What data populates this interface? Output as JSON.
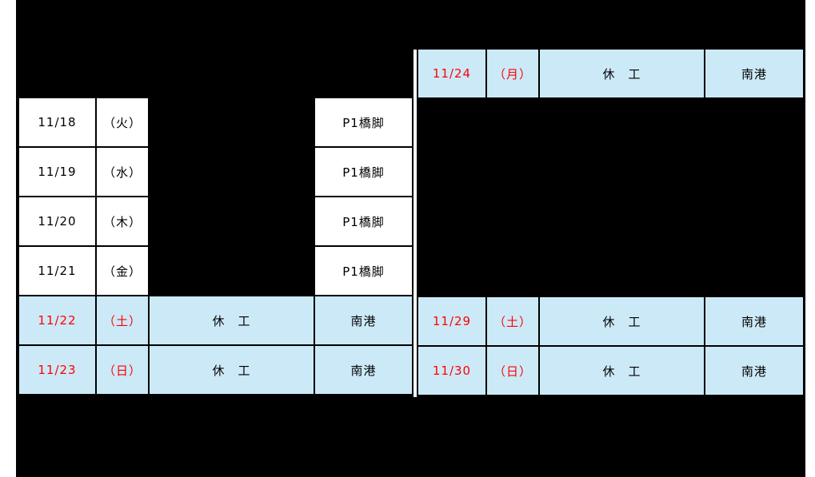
{
  "palette": {
    "background": "#000000",
    "cell_white": "#ffffff",
    "cell_holiday_blue": "#cce9f7",
    "holiday_text_red": "#ff0000",
    "text_black": "#000000"
  },
  "week1": {
    "rows": [
      {
        "date": "11/18",
        "day": "（火）",
        "location": "P1橋脚"
      },
      {
        "date": "11/19",
        "day": "（水）",
        "location": "P1橋脚"
      },
      {
        "date": "11/20",
        "day": "（木）",
        "location": "P1橋脚"
      },
      {
        "date": "11/21",
        "day": "（金）",
        "location": "P1橋脚"
      },
      {
        "date": "11/22",
        "day": "（土）",
        "work": "休　工",
        "location": "南港"
      },
      {
        "date": "11/23",
        "day": "（日）",
        "work": "休　工",
        "location": "南港"
      }
    ]
  },
  "week2": {
    "rows": [
      {
        "date": "11/24",
        "day": "（月）",
        "work": "休　工",
        "location": "南港"
      },
      {
        "date": "11/29",
        "day": "（土）",
        "work": "休　工",
        "location": "南港"
      },
      {
        "date": "11/30",
        "day": "（日）",
        "work": "休　工",
        "location": "南港"
      }
    ]
  }
}
